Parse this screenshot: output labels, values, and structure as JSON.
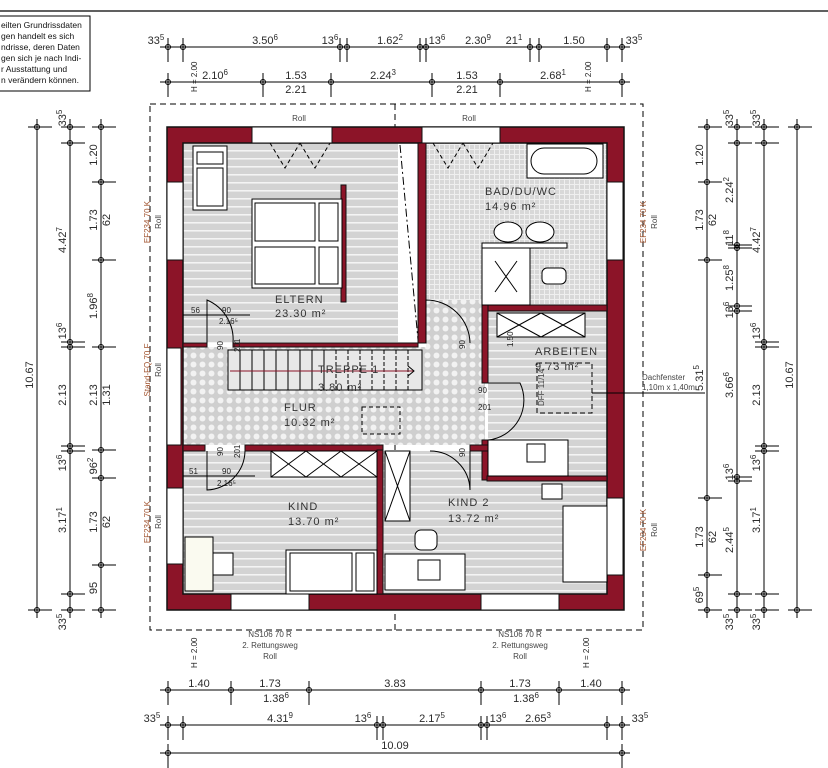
{
  "legend": {
    "lines": [
      "eilten Grundrissdaten",
      "gen handelt es sich",
      "ndrisse, deren Daten",
      "gen sich je nach Indi-",
      "r Ausstattung und",
      "n verändern können."
    ]
  },
  "colors": {
    "wall": "#8c1428",
    "floor": "#d5d5d5",
    "dimension_line": "#000000"
  },
  "rooms": [
    {
      "name": "ELTERN",
      "area": "23.30 m²"
    },
    {
      "name": "BAD/DU/WC",
      "area": "14.96 m²"
    },
    {
      "name": "ARBEITEN",
      "area": "9.73 m²"
    },
    {
      "name": "TREPPE 1",
      "area": "3.80 m²"
    },
    {
      "name": "FLUR",
      "area": "10.32 m²"
    },
    {
      "name": "KIND",
      "area": "13.70 m²"
    },
    {
      "name": "KIND 2",
      "area": "13.72 m²"
    }
  ],
  "windows": {
    "top_left": "Roll",
    "top_right": "Roll",
    "left_top": {
      "type": "EF234 70 K",
      "shade": "Roll"
    },
    "left_mid": {
      "type": "Stand-FQ 70 F",
      "shade": "Roll"
    },
    "left_bottom": {
      "type": "EF234 70 K",
      "shade": "Roll"
    },
    "right_top": {
      "type": "EF234 70 K",
      "shade": "Roll"
    },
    "right_bottom": {
      "type": "EF234 70 K",
      "shade": "Roll"
    },
    "bottom_left": {
      "type": "NS106 70 R",
      "note": "2. Rettungsweg",
      "shade": "Roll"
    },
    "bottom_right": {
      "type": "NS106 70 R",
      "note": "2. Rettungsweg",
      "shade": "Roll"
    },
    "skylight": {
      "label": "Dachfenster",
      "size": "1,10m x 1,40m",
      "code": "DFF 11/14"
    }
  },
  "height_marker": "H = 2.00",
  "door_labels": {
    "eltern": [
      "56",
      "90",
      "2.16⁵"
    ],
    "kind": [
      "51",
      "90",
      "2.16⁵"
    ],
    "small_90": "90",
    "small_201": "201",
    "arbeiten_150": "1.50"
  },
  "dimensions": {
    "top_row1": [
      {
        "v": "33",
        "s": "5"
      },
      {
        "v": "3.50",
        "s": "6"
      },
      {
        "v": "13",
        "s": "6"
      },
      {
        "v": "1.62",
        "s": "2"
      },
      {
        "v": "13",
        "s": "6"
      },
      {
        "v": "2.30",
        "s": "9"
      },
      {
        "v": "21",
        "s": "1"
      },
      {
        "v": "1.50",
        "s": ""
      },
      {
        "v": "33",
        "s": "5"
      }
    ],
    "top_row2_above": [
      {
        "v": "2.10",
        "s": "6"
      },
      {
        "v": "1.53",
        "s": ""
      },
      {
        "v": "2.24",
        "s": "3"
      },
      {
        "v": "1.53",
        "s": ""
      },
      {
        "v": "2.68",
        "s": "1"
      }
    ],
    "top_row2_below": [
      {
        "v": "2.21",
        "s": ""
      },
      {
        "v": "2.21",
        "s": ""
      }
    ],
    "left_total": [
      {
        "v": "10.67",
        "s": ""
      }
    ],
    "left_mid": [
      {
        "v": "33",
        "s": "5"
      },
      {
        "v": "4.42",
        "s": "7"
      },
      {
        "v": "13",
        "s": "6"
      },
      {
        "v": "2.13",
        "s": ""
      },
      {
        "v": "13",
        "s": "6"
      },
      {
        "v": "3.17",
        "s": "1"
      },
      {
        "v": "33",
        "s": "5"
      }
    ],
    "left_inner": [
      {
        "v": "1.20",
        "s": ""
      },
      {
        "v": "1.73",
        "s": ""
      },
      {
        "v": "62",
        "s": ""
      },
      {
        "v": "1.96",
        "s": "8"
      },
      {
        "v": "2.13",
        "s": ""
      },
      {
        "v": "1.31",
        "s": ""
      },
      {
        "v": "96",
        "s": "2"
      },
      {
        "v": "1.73",
        "s": ""
      },
      {
        "v": "62",
        "s": ""
      },
      {
        "v": "95",
        "s": ""
      }
    ],
    "right_inner": [
      {
        "v": "1.20",
        "s": ""
      },
      {
        "v": "1.73",
        "s": ""
      },
      {
        "v": "62",
        "s": ""
      },
      {
        "v": "5.31",
        "s": "5"
      },
      {
        "v": "1.73",
        "s": ""
      },
      {
        "v": "62",
        "s": ""
      },
      {
        "v": "69",
        "s": "5"
      }
    ],
    "right_mid": [
      {
        "v": "33",
        "s": "5"
      },
      {
        "v": "2.24",
        "s": "2"
      },
      {
        "v": "11",
        "s": "8"
      },
      {
        "v": "1.25",
        "s": "8"
      },
      {
        "v": "13",
        "s": "6"
      },
      {
        "v": "3.66",
        "s": "6"
      },
      {
        "v": "13",
        "s": "6"
      },
      {
        "v": "2.44",
        "s": "5"
      },
      {
        "v": "33",
        "s": "5"
      }
    ],
    "right_outer": [
      {
        "v": "33",
        "s": "5"
      },
      {
        "v": "4.42",
        "s": "7"
      },
      {
        "v": "13",
        "s": "6"
      },
      {
        "v": "2.13",
        "s": ""
      },
      {
        "v": "13",
        "s": "6"
      },
      {
        "v": "3.17",
        "s": "1"
      },
      {
        "v": "33",
        "s": "5"
      }
    ],
    "right_total": [
      {
        "v": "10.67",
        "s": ""
      }
    ],
    "bottom_row1_above": [
      {
        "v": "1.40",
        "s": ""
      },
      {
        "v": "1.73",
        "s": ""
      },
      {
        "v": "3.83",
        "s": ""
      },
      {
        "v": "1.73",
        "s": ""
      },
      {
        "v": "1.40",
        "s": ""
      }
    ],
    "bottom_row1_below": [
      {
        "v": "1.38",
        "s": "6"
      },
      {
        "v": "1.38",
        "s": "6"
      }
    ],
    "bottom_row2": [
      {
        "v": "33",
        "s": "5"
      },
      {
        "v": "4.31",
        "s": "9"
      },
      {
        "v": "13",
        "s": "6"
      },
      {
        "v": "2.17",
        "s": "5"
      },
      {
        "v": "13",
        "s": "6"
      },
      {
        "v": "2.65",
        "s": "3"
      },
      {
        "v": "33",
        "s": "5"
      }
    ],
    "bottom_total": [
      {
        "v": "10.09",
        "s": ""
      }
    ]
  }
}
